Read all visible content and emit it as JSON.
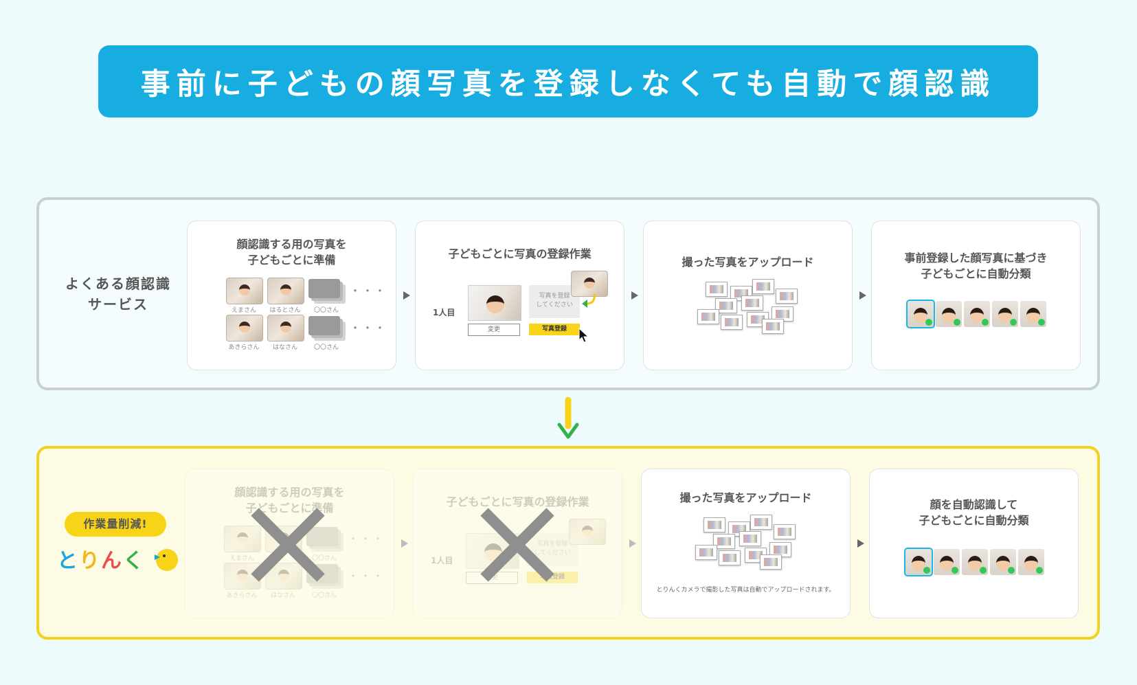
{
  "banner": {
    "title": "事前に子どもの顔写真を登録しなくても自動で顔認識"
  },
  "colors": {
    "banner": "#17ade1",
    "accent_yellow": "#f7d417",
    "green": "#34c759",
    "select_blue": "#19b6e6"
  },
  "top_row": {
    "label": "よくある顔認識\nサービス",
    "steps": [
      {
        "title": "顔認識する用の写真を\n子どもごとに準備"
      },
      {
        "title": "子どもごとに写真の登録作業"
      },
      {
        "title": "撮った写真をアップロード"
      },
      {
        "title": "事前登録した顔写真に基づき\n子どもごとに自動分類"
      }
    ],
    "names": [
      "えまさん",
      "はるとさん",
      "〇〇さん",
      "あきらさん",
      "はなさん",
      "〇〇さん"
    ],
    "dots": "・・・",
    "register": {
      "first_person": "1人目",
      "placeholder": "写真を登録\nしてください",
      "change_button": "変更",
      "register_button": "写真登録"
    }
  },
  "bottom_row": {
    "badge": "作業量削減!",
    "logo": [
      "と",
      "り",
      "ん",
      "く"
    ],
    "steps": [
      {
        "title": "顔認識する用の写真を\n子どもごとに準備"
      },
      {
        "title": "子どもごとに写真の登録作業"
      },
      {
        "title": "撮った写真をアップロード"
      },
      {
        "title": "顔を自動認識して\n子どもごとに自動分類"
      }
    ],
    "upload_note": "とりんくカメラで撮影した写真は自動でアップロードされます。"
  },
  "icons": [
    "down-arrow-icon",
    "cross-icon",
    "cursor-icon",
    "step-arrow-icon",
    "duck-icon"
  ]
}
